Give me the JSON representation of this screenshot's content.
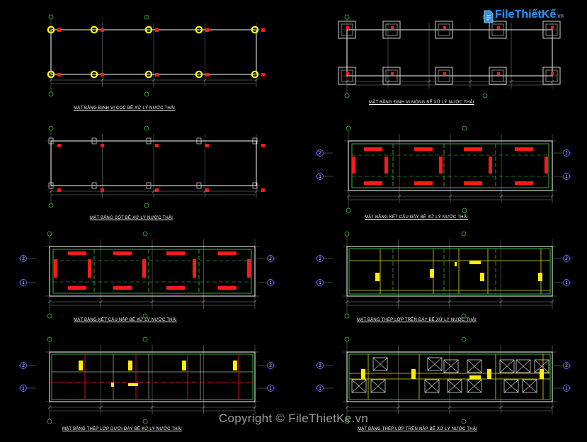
{
  "drawing": {
    "panels": [
      {
        "caption": "MẶT BẰNG ĐỊNH VỊ CỌC BỂ XỬ LÝ NƯỚC THẢI"
      },
      {
        "caption": "MẶT BẰNG ĐỊNH VỊ MÓNG BỂ XỬ LÝ NƯỚC THẢI"
      },
      {
        "caption": "MẶT BẰNG CỘT BỂ XỬ LÝ NƯỚC THẢI"
      },
      {
        "caption": "MẶT BẰNG KẾT CẤU ĐÁY BỂ XỬ LÝ NƯỚC THẢI"
      },
      {
        "caption": "MẶT BẰNG KẾT CẤU NẮP BỂ XỬ LÝ NƯỚC THẢI"
      },
      {
        "caption": "MẶT BẰNG THÉP LỚP TRÊN ĐÁY BỂ XỬ LÝ NƯỚC THẢI"
      },
      {
        "caption": "MẶT BẰNG THÉP LỚP DƯỚI ĐÁY BỂ XỬ LÝ NƯỚC THẢI"
      },
      {
        "caption": "MẶT BẰNG THÉP LỚP TRÊN NẮP BỂ XỬ LÝ NƯỚC THẢI"
      }
    ],
    "axis_markers": [
      "1",
      "2"
    ],
    "colors": {
      "background": "#000000",
      "frame": "#ffffff",
      "grid": "#8a8a8a",
      "wall": "#3cc63c",
      "element": "#ff1a1a",
      "pile": "#ffff00",
      "bubble": "#2a2aff",
      "grid_bubble": "#3cc63c"
    }
  },
  "watermark": {
    "logo_text": "FileThiếtKế",
    "logo_suffix": ".vn",
    "copyright": "Copyright © FileThietKe.vn"
  }
}
